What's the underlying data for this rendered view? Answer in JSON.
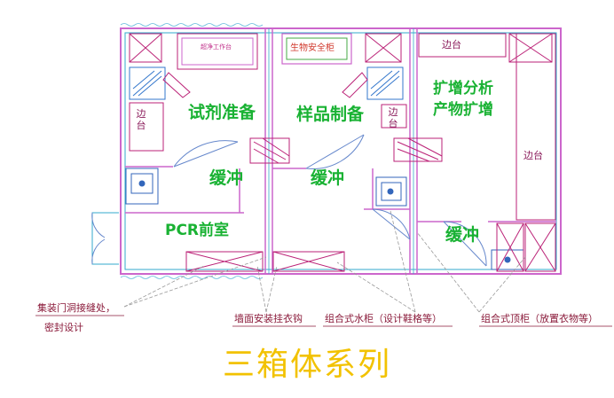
{
  "rooms": {
    "reagent_prep": "试剂准备",
    "sample_prep": "样品制备",
    "amplification_line1": "扩增分析",
    "amplification_line2": "产物扩增",
    "buffer_1": "缓冲",
    "buffer_2": "缓冲",
    "buffer_3": "缓冲",
    "pcr_anteroom": "PCR前室"
  },
  "furniture": {
    "bench_1": "边台",
    "bench_2": "边台",
    "bench_3": "边台",
    "bench_4": "边台",
    "cabinet_tiny": "超净工作台",
    "biosafety_sign": "生物安全柜"
  },
  "callouts": {
    "container_seam": "集装门洞接缝处，",
    "seal_design": "密封设计",
    "wall_hooks": "墙面安装挂衣钩",
    "water_cabinet": "组合式水柜（设计鞋格等）",
    "top_cabinet": "组合式顶柜（放置衣物等）"
  },
  "caption": "三箱体系列",
  "colors": {
    "wall": "#cc66cc",
    "wall_inner": "#33aacc",
    "room_text": "#19b233",
    "furniture_text": "#8a1a5a",
    "caption": "#f2c200"
  }
}
